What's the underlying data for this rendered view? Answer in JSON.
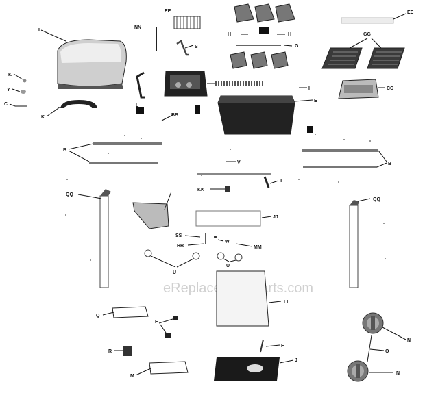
{
  "watermark": "eReplacementParts.com",
  "labels": {
    "lid": "I",
    "nn": "NN",
    "ee_left": "EE",
    "h_left": "H",
    "h_right": "H",
    "ee_right": "EE",
    "g": "G",
    "gg": "GG",
    "k_top": "K",
    "y": "Y",
    "c": "C",
    "k_handle": "K",
    "l": "L",
    "bb": "BB",
    "s": "S",
    "i_small": "I",
    "e": "E",
    "cc": "CC",
    "b_left": "B",
    "b_right": "B",
    "v": "V",
    "kk": "KK",
    "t": "T",
    "qq_left": "QQ",
    "qq_right": "QQ",
    "jj": "JJ",
    "ss": "SS",
    "w": "W",
    "rr": "RR",
    "mm": "MM",
    "u_left": "U",
    "u_right": "U",
    "ll": "LL",
    "q": "Q",
    "f": "F",
    "r": "R",
    "n_top": "N",
    "n_bottom": "N",
    "o": "O",
    "f_lower": "F",
    "j": "J",
    "m": "M"
  }
}
